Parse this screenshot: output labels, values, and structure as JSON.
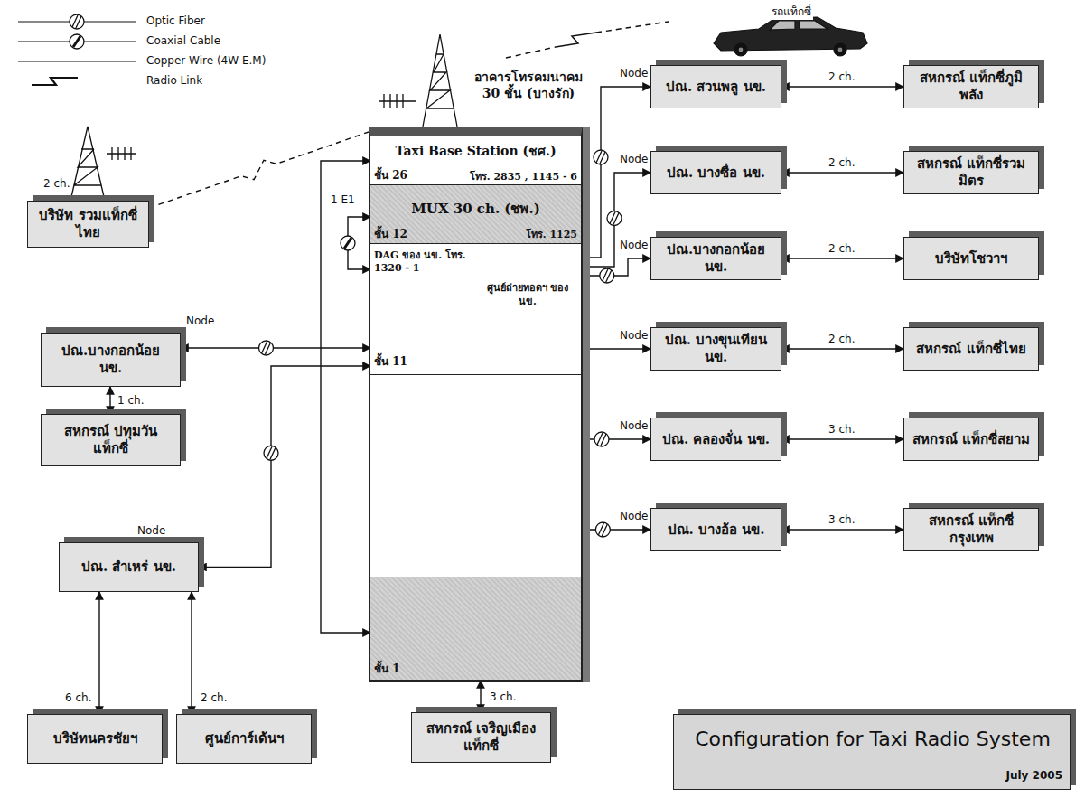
{
  "diagram": {
    "nodes": [
      {
        "text": [
          "อาคารโทรคมนาคม 30 ชั้น (บางรัก)"
        ]
      },
      {
        "text": [
          "Taxi Base Station (ชศ.)",
          "ชั้น 26",
          "โทร. 2835 , 1145 - 6"
        ],
        "in": 0
      },
      {
        "text": [
          "MUX 30 ch. (ชพ.)",
          "ชั้น 12",
          "โทร. 1125"
        ],
        "in": 0
      },
      {
        "text": [
          "DAG ของ นข. โทร. 1320 - 1",
          "ชั้น 11",
          "ศูนย์ถ่ายทอดฯ ของ นข."
        ],
        "in": 0
      },
      {
        "text": [
          "ชั้น 1"
        ],
        "in": 0
      },
      {
        "text": [
          "บริษัท รวมแท็กซี่ไทย"
        ]
      },
      {
        "text": [
          "ปณ.บางกอกน้อย นข."
        ]
      },
      {
        "text": [
          "สหกรณ์ ปทุมวันแท็กซี่"
        ]
      },
      {
        "text": [
          "ปณ. สำเหร่ นข."
        ]
      },
      {
        "text": [
          "บริษัทนครชัยฯ"
        ]
      },
      {
        "text": [
          "ศูนย์การ์เด้นฯ"
        ]
      },
      {
        "text": [
          "สหกรณ์ เจริญเมืองแท็กซี่"
        ]
      },
      {
        "text": [
          "ปณ. สวนพลู นข."
        ]
      },
      {
        "text": [
          "สหกรณ์ แท็กซี่ภูมิพลัง"
        ]
      },
      {
        "text": [
          "ปณ. บางซื่อ นข."
        ]
      },
      {
        "text": [
          "สหกรณ์ แท็กซี่รวมมิตร"
        ]
      },
      {
        "text": [
          "ปณ.บางกอกน้อย นข."
        ]
      },
      {
        "text": [
          "บริษัทโชวาฯ"
        ]
      },
      {
        "text": [
          "ปณ. บางขุนเทียน นข."
        ]
      },
      {
        "text": [
          "สหกรณ์ แท็กซี่ไทย"
        ]
      },
      {
        "text": [
          "ปณ. คลองจั่น นข."
        ]
      },
      {
        "text": [
          "สหกรณ์ แท็กซี่สยาม"
        ]
      },
      {
        "text": [
          "ปณ. บางอ้อ นข."
        ]
      },
      {
        "text": [
          "สหกรณ์ แท็กซี่กรุงเทพ"
        ]
      },
      {
        "text": [
          "Configuration for Taxi Radio System",
          "July 2005"
        ]
      }
    ],
    "edges": [
      {
        "from": 5,
        "to": 0,
        "arrow": "none"
      },
      {
        "from": 2,
        "to": 3,
        "label": "1 E1",
        "arrow": "both"
      },
      {
        "from": 6,
        "to": 3,
        "arrow": "both"
      },
      {
        "from": 6,
        "to": 7,
        "label": "1 ch.",
        "arrow": "both"
      },
      {
        "from": 8,
        "to": 3,
        "arrow": "both"
      },
      {
        "from": 8,
        "to": 9,
        "label": "6 ch.",
        "arrow": "both"
      },
      {
        "from": 8,
        "to": 10,
        "label": "2 ch.",
        "arrow": "both"
      },
      {
        "from": 1,
        "to": 4,
        "arrow": "both"
      },
      {
        "from": 4,
        "to": 11,
        "label": "3 ch.",
        "arrow": "both"
      },
      {
        "from": 12,
        "to": 3,
        "arrow": "both"
      },
      {
        "from": 12,
        "to": 13,
        "label": "2 ch.",
        "arrow": "both"
      },
      {
        "from": 14,
        "to": 3,
        "arrow": "both"
      },
      {
        "from": 14,
        "to": 15,
        "label": "2 ch.",
        "arrow": "both"
      },
      {
        "from": 16,
        "to": 3,
        "arrow": "both"
      },
      {
        "from": 16,
        "to": 17,
        "label": "2 ch.",
        "arrow": "both"
      },
      {
        "from": 18,
        "to": 3,
        "arrow": "both"
      },
      {
        "from": 18,
        "to": 19,
        "label": "2 ch.",
        "arrow": "both"
      },
      {
        "from": 20,
        "to": 3,
        "arrow": "both"
      },
      {
        "from": 20,
        "to": 21,
        "label": "3 ch.",
        "arrow": "both"
      },
      {
        "from": 22,
        "to": 3,
        "arrow": "both"
      },
      {
        "from": 22,
        "to": 23,
        "label": "3 ch.",
        "arrow": "both"
      }
    ],
    "labels": [
      "2 ch.",
      "รถแท็กซี่",
      "Node",
      "Node",
      "Node",
      "Node",
      "Node",
      "Node",
      "Node",
      "Node"
    ],
    "legend": [
      {
        "text": "Optic Fiber"
      },
      {
        "text": "Coaxial Cable"
      },
      {
        "text": "Copper Wire (4W E.M)"
      },
      {
        "text": "Radio Link"
      }
    ]
  }
}
